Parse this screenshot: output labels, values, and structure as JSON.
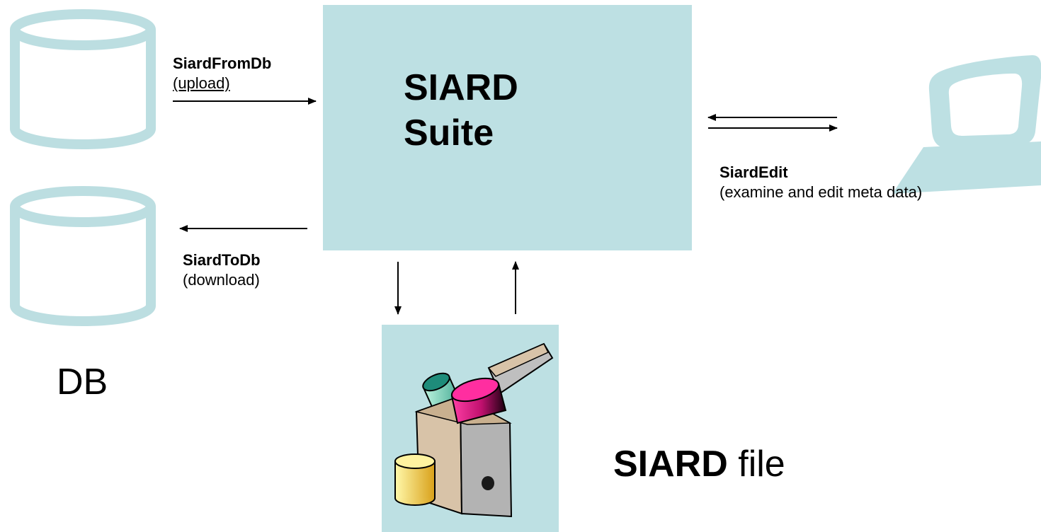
{
  "colors": {
    "light_teal": "#bde0e3",
    "cylinder_stroke": "#bcdee1",
    "arrow": "#000000"
  },
  "suite": {
    "line1": "SIARD",
    "line2": "Suite"
  },
  "db": {
    "label": "DB"
  },
  "upload": {
    "name": "SiardFromDb",
    "desc": "(upload)"
  },
  "download": {
    "name": "SiardToDb",
    "desc": "(download)"
  },
  "edit": {
    "name": "SiardEdit",
    "desc": "(examine and edit meta data)"
  },
  "siard_file": {
    "bold": "SIARD",
    "rest": " file"
  },
  "icons": {
    "source_db": "database-cylinder-icon",
    "target_db": "database-cylinder-icon",
    "computer": "computer-terminal-icon",
    "file_box": "archive-box-icon"
  }
}
